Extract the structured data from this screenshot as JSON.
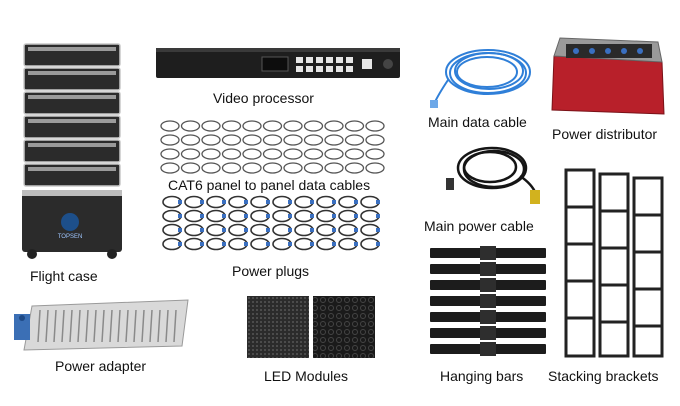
{
  "labels": {
    "flight_case": "Flight case",
    "video_processor": "Video processor",
    "cat6": "CAT6 panel to panel data cables",
    "power_plugs": "Power plugs",
    "power_adapter": "Power adapter",
    "led_modules": "LED Modules",
    "main_data_cable": "Main data cable",
    "power_distributor": "Power distributor",
    "main_power_cable": "Main power cable",
    "hanging_bars": "Hanging bars",
    "stacking_brackets": "Stacking brackets"
  },
  "icons": {
    "flight_case": "flight-case-stack",
    "video_processor": "rack-unit",
    "cat6": "cable-coils",
    "power_plugs": "plug-coils",
    "power_adapter": "power-supply",
    "led_modules": "led-panel",
    "main_data_cable": "blue-cable-coil",
    "power_distributor": "distribution-box",
    "main_power_cable": "black-cable-coil",
    "hanging_bars": "bar-stack",
    "stacking_brackets": "bracket-frames"
  },
  "colors": {
    "case_body": "#2b2b2b",
    "case_trim": "#c8c8c8",
    "blue_cable": "#2f7fd8",
    "distributor_red": "#b8202a"
  }
}
